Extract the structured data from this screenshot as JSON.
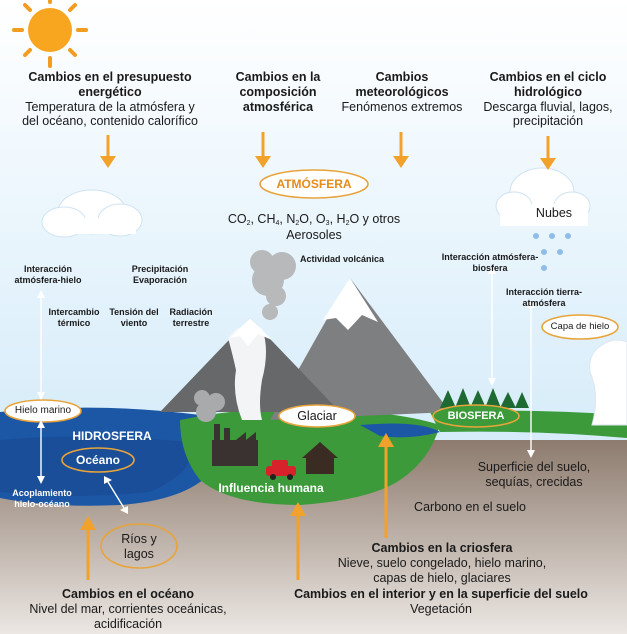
{
  "colors": {
    "sky": "#dff0fb",
    "ocean": "#1c57a6",
    "land": "#3c9a3a",
    "ground": "#8a7769",
    "mountain": "#6f7173",
    "arrow": "#f2a22a",
    "sun": "#f39c1f"
  },
  "top_labels": {
    "presupuesto": {
      "title": "Cambios en el presupuesto energético",
      "body": "Temperatura de la atmósfera y del océano, contenido calorífico"
    },
    "composicion": {
      "title": "Cambios en la composición atmosférica"
    },
    "meteorologicos": {
      "title": "Cambios meteorológicos",
      "body": "Fenómenos extremos"
    },
    "hidrologico": {
      "title": "Cambios en el ciclo hidrológico",
      "body": "Descarga fluvial, lagos, precipitación"
    }
  },
  "atmosfera": {
    "label": "ATMÓSFERA",
    "gases": {
      "co": "CO",
      "co_sub": "2",
      "ch": ", CH",
      "ch_sub": "4",
      "n": ", N",
      "n_sub": "2",
      "o_mid": "O, O",
      "o_sub": "3",
      "h": ", H",
      "h_sub": "2",
      "rest": "O y otros"
    },
    "aerosoles": "Aerosoles"
  },
  "processes": {
    "interaccion_atm_hielo": "Interacción atmósfera-hielo",
    "precipitacion": "Precipitación Evaporación",
    "intercambio": "Intercambio térmico",
    "tension": "Tensión del viento",
    "radiacion": "Radiación terrestre",
    "volcanica": "Actividad volcánica",
    "interaccion_atm_bio": "Interacción atmósfera-biosfera",
    "interaccion_tierra": "Interacción tierra-atmósfera",
    "acoplamiento": "Acoplamiento hielo-océano"
  },
  "ovals": {
    "nubes": "Nubes",
    "capa_hielo": "Capa de hielo",
    "hielo_marino": "Hielo marino",
    "glaciar": "Glaciar",
    "biosfera": "BIOSFERA",
    "oceano": "Océano",
    "rios": "Ríos y lagos"
  },
  "regions": {
    "hidrosfera": "HIDROSFERA",
    "influencia": "Influencia humana"
  },
  "ground_labels": {
    "superficie": "Superficie del suelo, sequías, crecidas",
    "carbono": "Carbono en el suelo"
  },
  "bottom_labels": {
    "criosfera": {
      "title": "Cambios en la criosfera",
      "body": "Nieve, suelo congelado, hielo marino, capas de hielo, glaciares"
    },
    "interior": {
      "title": "Cambios en el interior y en la superficie del suelo",
      "body": "Vegetación"
    },
    "oceano": {
      "title": "Cambios en el océano",
      "body": "Nivel del mar, corrientes oceánicas, acidificación"
    }
  }
}
